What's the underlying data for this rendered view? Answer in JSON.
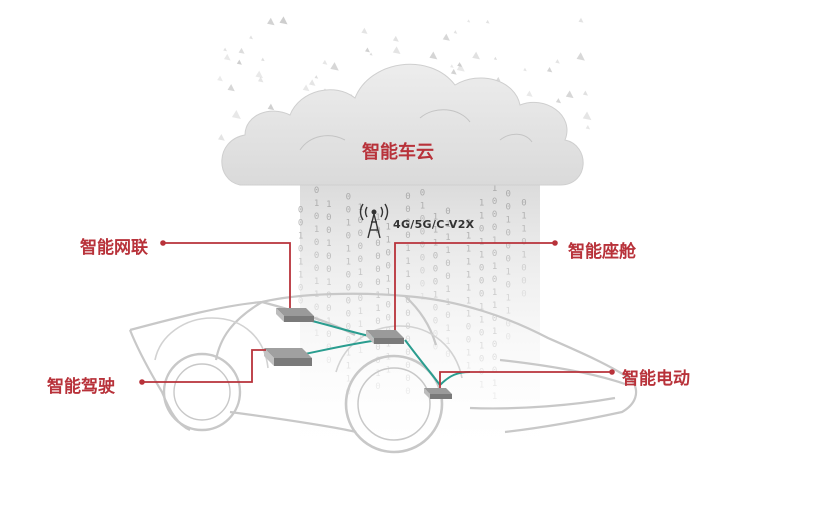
{
  "cloud": {
    "title": "智能车云"
  },
  "network": {
    "label": "4G/5G/C-V2X",
    "icon": "signal-tower-icon"
  },
  "labels": {
    "wireless_link": "智能网联",
    "cockpit": "智能座舱",
    "autonomous_driving": "智能驾驶",
    "electric_drive": "智能电动"
  },
  "colors": {
    "label_red": "#b8323a",
    "connector_teal": "#2a9d8f",
    "car_outline": "#c8c8c8",
    "cloud_gray": "#d9d9d9"
  }
}
